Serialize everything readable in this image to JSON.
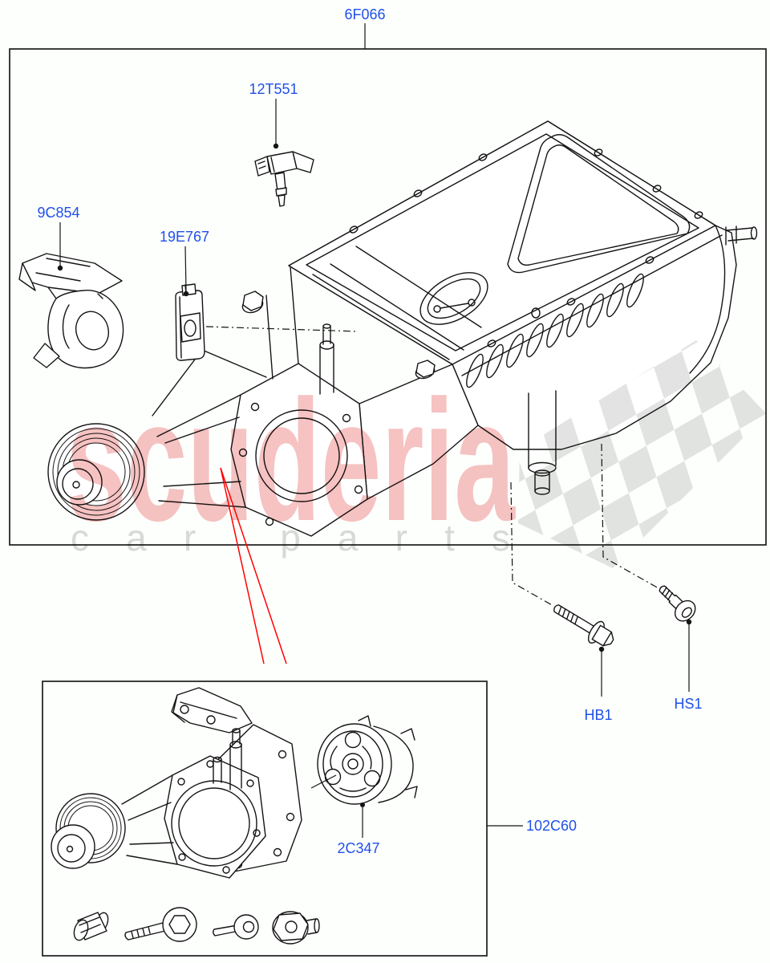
{
  "labels": {
    "assembly": "6F066",
    "sensor": "12T551",
    "actuator": "9C854",
    "clamp": "19E767",
    "hb1": "HB1",
    "hs1": "HS1",
    "front_cover": "102C60",
    "coupling": "2C347"
  },
  "watermark": {
    "brand": "scuderia",
    "tagline": "car parts"
  },
  "colors": {
    "label_blue": "#2050e8",
    "callout_red": "#ff0000",
    "watermark_pink": "#f6c2c2",
    "watermark_gray": "#d9d9d9",
    "checker_gray": "#e3e3e3",
    "line_black": "#141414"
  }
}
